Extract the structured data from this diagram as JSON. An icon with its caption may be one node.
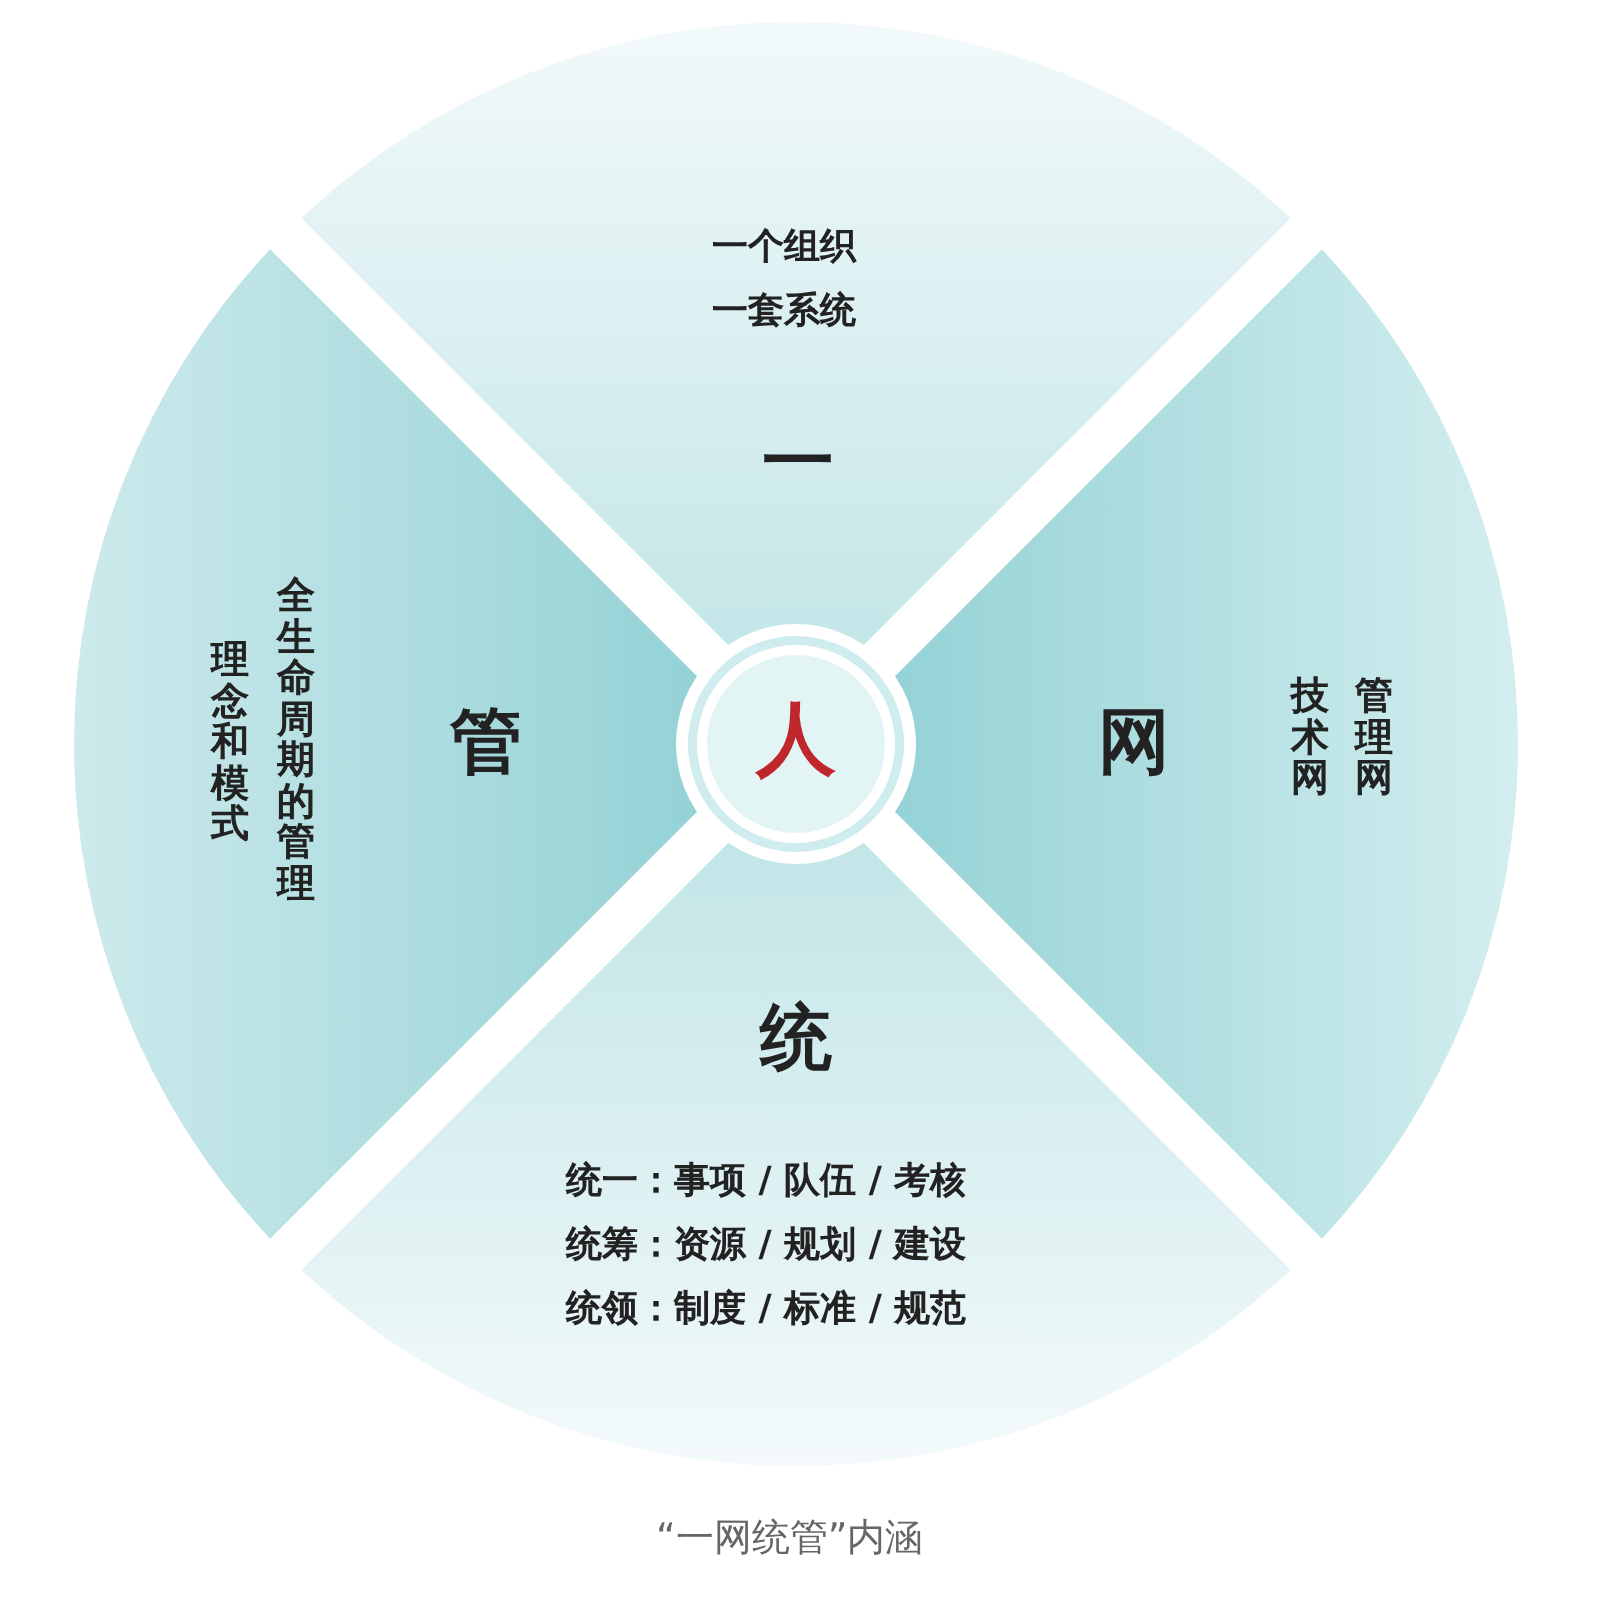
{
  "diagram": {
    "caption": "“一网统管”内涵",
    "nodes": [
      {
        "text": [
          "一个组织一套系统",
          "一"
        ]
      },
      {
        "text": [
          "理念和模式",
          "全生命周期的管理",
          "管"
        ]
      },
      {
        "text": [
          "人"
        ]
      },
      {
        "text": [
          "网",
          "技术网",
          "管理网"
        ]
      },
      {
        "text": [
          "统",
          "统一：事项 / 队伍 / 考核",
          "统筹：资源 / 规划 / 建设",
          "统领：制度 / 标准 / 规范"
        ]
      }
    ]
  }
}
